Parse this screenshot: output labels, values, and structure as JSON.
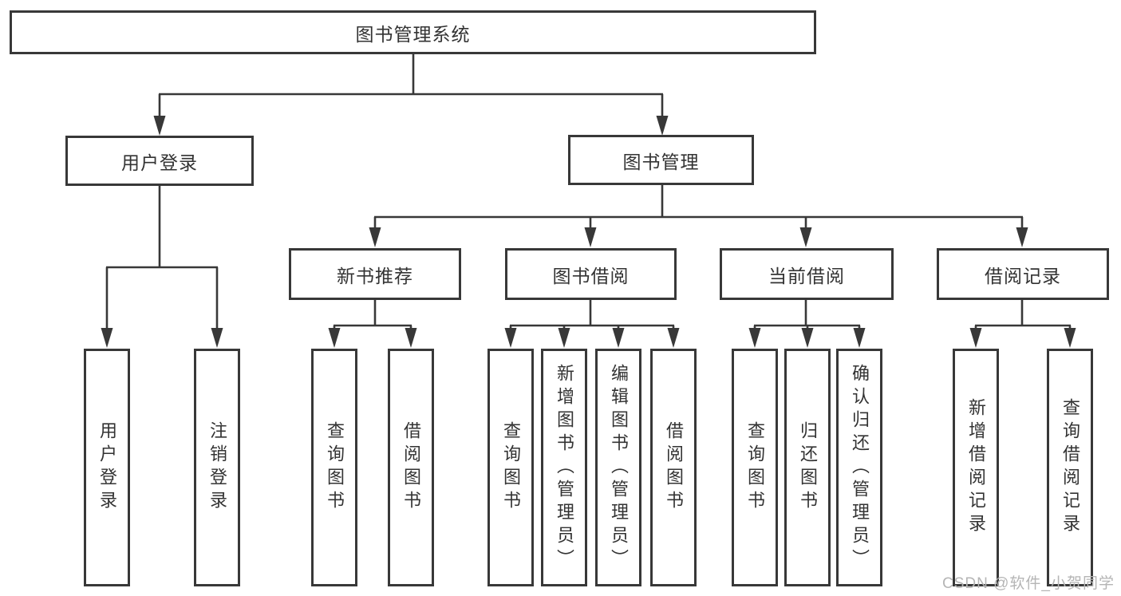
{
  "watermark": "CSDN @软件_小贺同学",
  "colors": {
    "line": "#383838",
    "box_border": "#383838",
    "text": "#333333",
    "watermark": "#b5b5b5",
    "background": "#ffffff"
  },
  "tree": {
    "label": "图书管理系统",
    "children": [
      {
        "label": "用户登录",
        "children": [
          {
            "label": "用户登录"
          },
          {
            "label": "注销登录"
          }
        ]
      },
      {
        "label": "图书管理",
        "children": [
          {
            "label": "新书推荐",
            "children": [
              {
                "label": "查询图书"
              },
              {
                "label": "借阅图书"
              }
            ]
          },
          {
            "label": "图书借阅",
            "children": [
              {
                "label": "查询图书"
              },
              {
                "label": "新增图书（管理员）"
              },
              {
                "label": "编辑图书（管理员）"
              },
              {
                "label": "借阅图书"
              }
            ]
          },
          {
            "label": "当前借阅",
            "children": [
              {
                "label": "查询图书"
              },
              {
                "label": "归还图书"
              },
              {
                "label": "确认归还（管理员）"
              }
            ]
          },
          {
            "label": "借阅记录",
            "children": [
              {
                "label": "新增借阅记录"
              },
              {
                "label": "查询借阅记录"
              }
            ]
          }
        ]
      }
    ]
  }
}
